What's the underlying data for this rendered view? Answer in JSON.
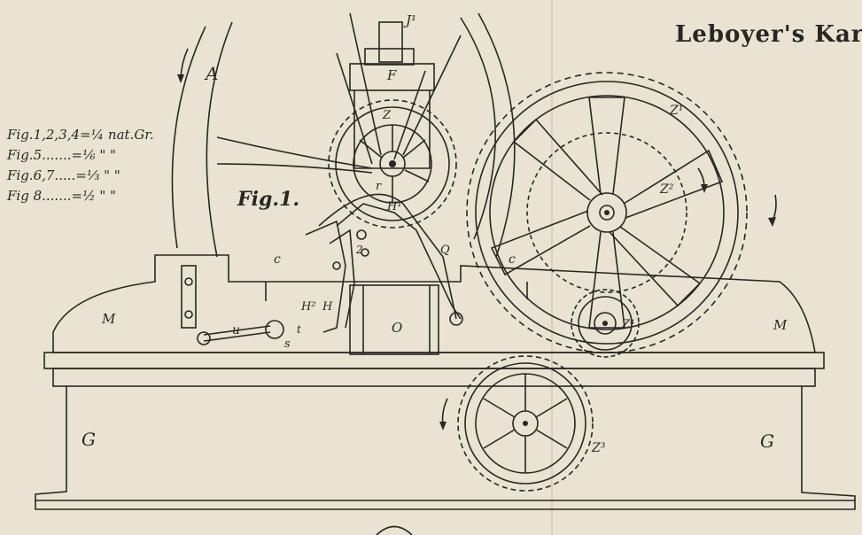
{
  "plate": {
    "title": "Leboyer's Kar",
    "figure_label": "Fig.1.",
    "scale_notes": [
      "Fig.1,2,3,4=¼ nat.Gr.",
      "Fig.5.......=⅙ \"   \"",
      "Fig.6,7.....=⅓ \"   \"",
      "Fig 8.......=½ \"   \""
    ],
    "part_labels": {
      "A": "A",
      "F": "F",
      "J1": "J¹",
      "Z": "Z",
      "Z1": "Z¹",
      "Z2": "Z²",
      "Z3": "Z³",
      "Z4": "Z⁴",
      "r": "r",
      "H1": "H¹",
      "H": "H",
      "H2": "H²",
      "c_left": "c",
      "c_right": "c",
      "two": "2",
      "Q": "Q",
      "u": "u",
      "s": "s",
      "t": "t",
      "O": "O",
      "M_left": "M",
      "M_right": "M",
      "G_left": "G",
      "G_right": "G"
    },
    "colors": {
      "paper": "#e9e3d3",
      "ink": "#2a2622"
    }
  }
}
